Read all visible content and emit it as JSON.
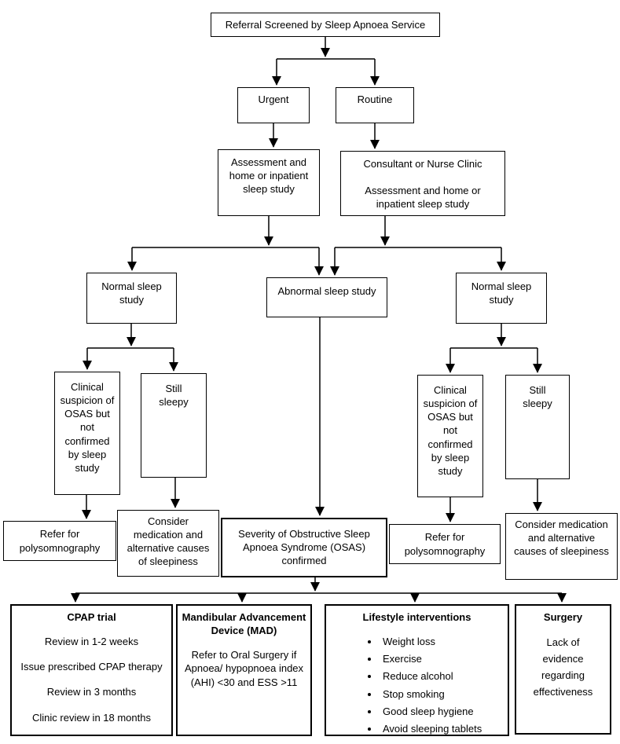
{
  "nodes": {
    "referral": {
      "label": "Referral Screened by Sleep Apnoea Service"
    },
    "urgent": {
      "label": "Urgent"
    },
    "routine": {
      "label": "Routine"
    },
    "assessment_urgent": {
      "label": "Assessment and home or inpatient sleep study"
    },
    "consultant_clinic": {
      "line1": "Consultant or Nurse Clinic",
      "line2": "Assessment and home or inpatient sleep study"
    },
    "normal_left": {
      "label": "Normal sleep study"
    },
    "abnormal": {
      "label": "Abnormal sleep study"
    },
    "normal_right": {
      "label": "Normal sleep study"
    },
    "clinical_suspicion_left": {
      "label": "Clinical suspicion of OSAS but not confirmed by sleep study"
    },
    "still_sleepy_left": {
      "label": "Still sleepy"
    },
    "clinical_suspicion_right": {
      "label": "Clinical suspicion of OSAS but not confirmed by sleep study"
    },
    "still_sleepy_right": {
      "label": "Still sleepy"
    },
    "refer_poly_left": {
      "label": "Refer for polysomnography"
    },
    "consider_medication_left": {
      "label": "Consider medication and alternative causes of sleepiness"
    },
    "severity": {
      "label": "Severity of Obstructive Sleep Apnoea Syndrome (OSAS) confirmed"
    },
    "refer_poly_right": {
      "label": "Refer for polysomnography"
    },
    "consider_medication_right": {
      "label": "Consider medication and alternative causes of sleepiness"
    },
    "cpap": {
      "title": "CPAP trial",
      "items": [
        "Review in 1-2 weeks",
        "Issue prescribed CPAP therapy",
        "Review in 3 months",
        "Clinic review in 18 months"
      ]
    },
    "mad": {
      "title": "Mandibular Advancement Device (MAD)",
      "body": "Refer to Oral Surgery if Apnoea/ hypopnoea index (AHI) <30 and ESS >11"
    },
    "lifestyle": {
      "title": "Lifestyle interventions",
      "items": [
        "Weight loss",
        "Exercise",
        "Reduce alcohol",
        "Stop smoking",
        "Good sleep hygiene",
        "Avoid sleeping tablets"
      ]
    },
    "surgery": {
      "title": "Surgery",
      "body": "Lack of evidence regarding effectiveness"
    }
  },
  "colors": {
    "background": "#ffffff",
    "box_border": "#000000",
    "connector": "#000000",
    "text": "#000000"
  }
}
